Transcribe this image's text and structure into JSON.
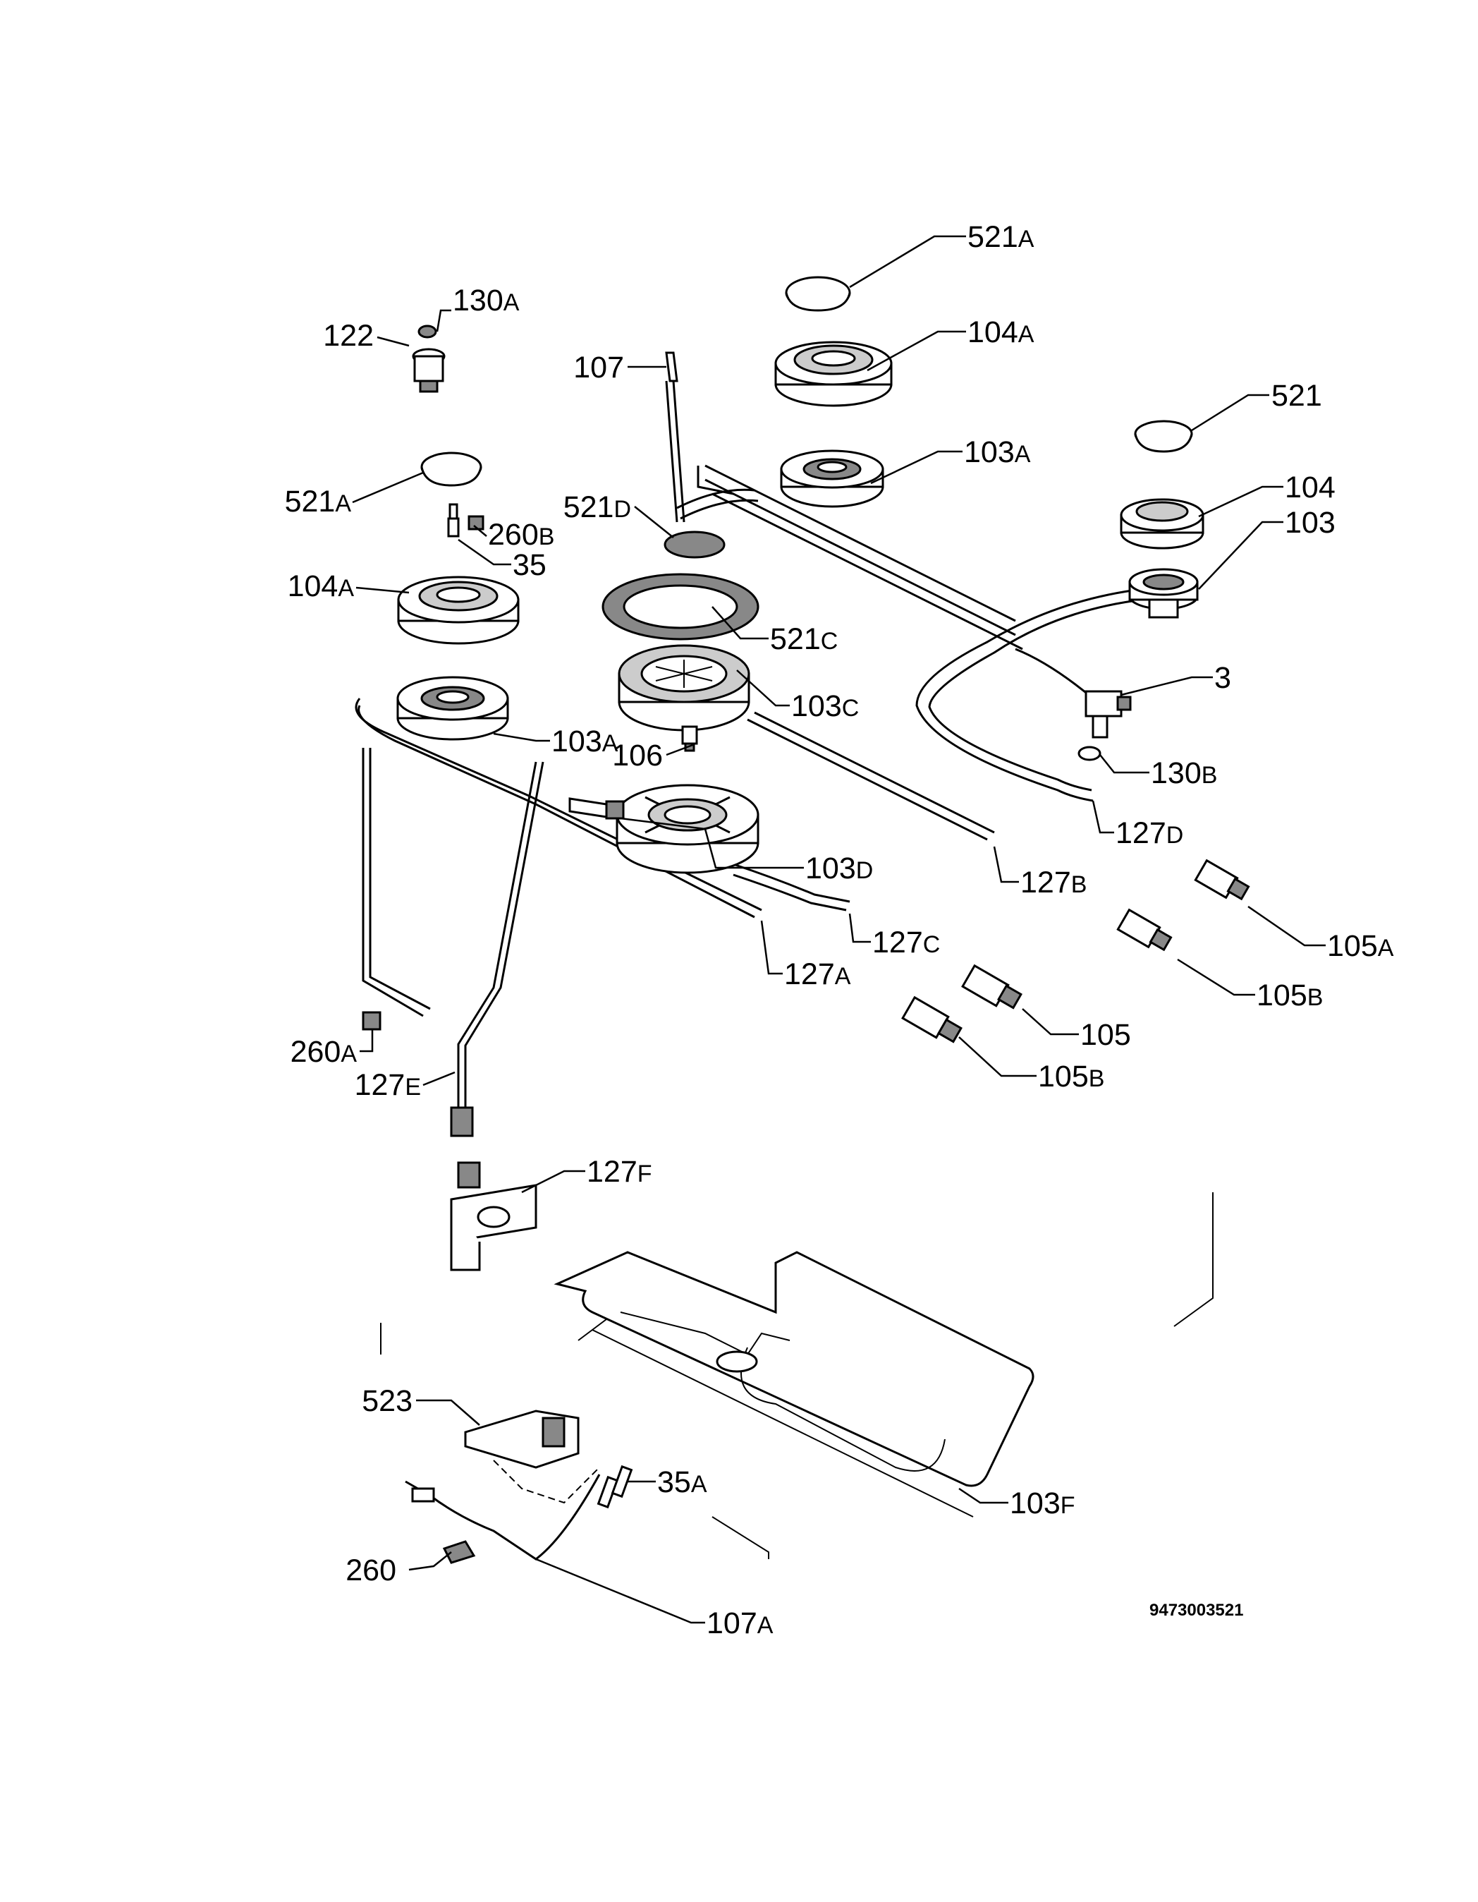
{
  "diagram_code": "9473003521",
  "labels": [
    {
      "id": "l-521a-top",
      "num": "521",
      "suffix": "A"
    },
    {
      "id": "l-104a-top",
      "num": "104",
      "suffix": "A"
    },
    {
      "id": "l-521",
      "num": "521",
      "suffix": ""
    },
    {
      "id": "l-103a-top",
      "num": "103",
      "suffix": "A"
    },
    {
      "id": "l-104",
      "num": "104",
      "suffix": ""
    },
    {
      "id": "l-103",
      "num": "103",
      "suffix": ""
    },
    {
      "id": "l-3",
      "num": "3",
      "suffix": ""
    },
    {
      "id": "l-130b",
      "num": "130",
      "suffix": "B"
    },
    {
      "id": "l-127d",
      "num": "127",
      "suffix": "D"
    },
    {
      "id": "l-107",
      "num": "107",
      "suffix": ""
    },
    {
      "id": "l-521d",
      "num": "521",
      "suffix": "D"
    },
    {
      "id": "l-521c",
      "num": "521",
      "suffix": "C"
    },
    {
      "id": "l-103c",
      "num": "103",
      "suffix": "C"
    },
    {
      "id": "l-106",
      "num": "106",
      "suffix": ""
    },
    {
      "id": "l-103d",
      "num": "103",
      "suffix": "D"
    },
    {
      "id": "l-127b",
      "num": "127",
      "suffix": "B"
    },
    {
      "id": "l-127c",
      "num": "127",
      "suffix": "C"
    },
    {
      "id": "l-127a",
      "num": "127",
      "suffix": "A"
    },
    {
      "id": "l-130a",
      "num": "130",
      "suffix": "A"
    },
    {
      "id": "l-122",
      "num": "122",
      "suffix": ""
    },
    {
      "id": "l-521a-left",
      "num": "521",
      "suffix": "A"
    },
    {
      "id": "l-260b",
      "num": "260",
      "suffix": "B"
    },
    {
      "id": "l-35",
      "num": "35",
      "suffix": ""
    },
    {
      "id": "l-104a-left",
      "num": "104",
      "suffix": "A"
    },
    {
      "id": "l-103a-left",
      "num": "103",
      "suffix": "A"
    },
    {
      "id": "l-260a",
      "num": "260",
      "suffix": "A"
    },
    {
      "id": "l-127e",
      "num": "127",
      "suffix": "E"
    },
    {
      "id": "l-127f",
      "num": "127",
      "suffix": "F"
    },
    {
      "id": "l-105a",
      "num": "105",
      "suffix": "A"
    },
    {
      "id": "l-105b-right",
      "num": "105",
      "suffix": "B"
    },
    {
      "id": "l-105",
      "num": "105",
      "suffix": ""
    },
    {
      "id": "l-105b-low",
      "num": "105",
      "suffix": "B"
    },
    {
      "id": "l-523",
      "num": "523",
      "suffix": ""
    },
    {
      "id": "l-35a",
      "num": "35",
      "suffix": "A"
    },
    {
      "id": "l-103f",
      "num": "103",
      "suffix": "F"
    },
    {
      "id": "l-260",
      "num": "260",
      "suffix": ""
    },
    {
      "id": "l-107a",
      "num": "107",
      "suffix": "A"
    }
  ]
}
